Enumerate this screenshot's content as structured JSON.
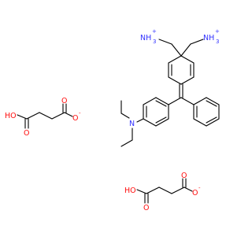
{
  "diagram": {
    "type": "chemical-structure",
    "colors": {
      "bond": "#000000",
      "nitrogen": "#3333ff",
      "oxygen": "#ff0d0d",
      "background": "#ffffff"
    },
    "labels": {
      "ammonium_1": "NH",
      "ammonium_1_sub": "3",
      "ammonium_1_charge": "+",
      "ammonium_2": "NH",
      "ammonium_2_sub": "3",
      "ammonium_2_charge": "+",
      "diethylamino_n": "N",
      "succinate_1_hydroxyl": "HO",
      "succinate_1_carbonyl_a": "O",
      "succinate_1_carbonyl_b": "O",
      "succinate_1_anion_o": "O",
      "succinate_1_charge": "-",
      "succinate_2_hydroxyl": "HO",
      "succinate_2_carbonyl_a": "O",
      "succinate_2_carbonyl_b": "O",
      "succinate_2_anion_o": "O",
      "succinate_2_charge": "-"
    }
  }
}
